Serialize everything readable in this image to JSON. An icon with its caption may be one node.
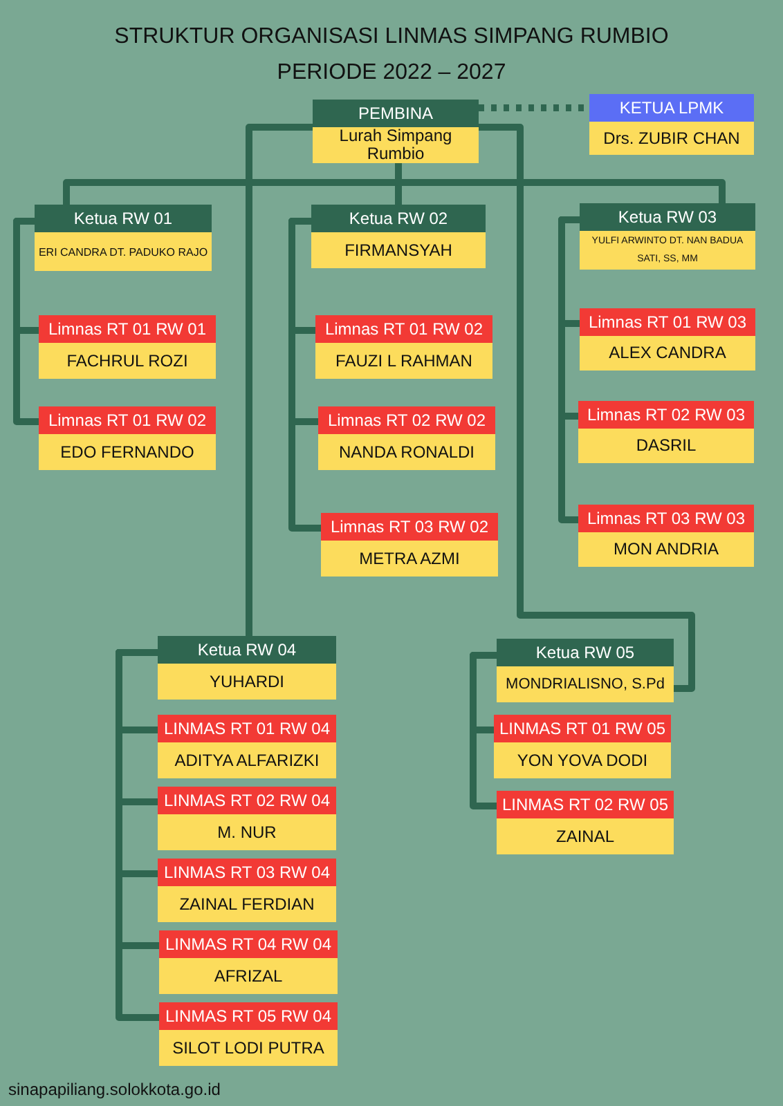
{
  "diagram": {
    "title": "STRUKTUR ORGANISASI LINMAS SIMPANG RUMBIO PERIODE 2022 – 2027",
    "nodes": [
      {
        "text": [
          "PEMBINA",
          "Lurah Simpang Rumbio"
        ]
      },
      {
        "text": [
          "KETUA LPMK",
          "Drs. ZUBIR CHAN"
        ]
      },
      {
        "text": [
          "Ketua RW 01",
          "ERI CANDRA DT. PADUKO RAJO"
        ]
      },
      {
        "text": [
          "Ketua RW 02",
          "FIRMANSYAH"
        ]
      },
      {
        "text": [
          "Ketua RW 03",
          "YULFI ARWINTO DT. NAN BADUA SATI, SS, MM"
        ]
      },
      {
        "text": [
          "Limnas RT 01 RW 01",
          "FACHRUL ROZI"
        ]
      },
      {
        "text": [
          "Limnas RT 01 RW 02",
          "EDO FERNANDO"
        ]
      },
      {
        "text": [
          "Limnas RT 01 RW 02",
          "FAUZI L RAHMAN"
        ]
      },
      {
        "text": [
          "Limnas RT 02 RW 02",
          "NANDA RONALDI"
        ]
      },
      {
        "text": [
          "Limnas RT 03 RW 02",
          "METRA AZMI"
        ]
      },
      {
        "text": [
          "Limnas RT 01 RW 03",
          "ALEX CANDRA"
        ]
      },
      {
        "text": [
          "Limnas RT 02 RW 03",
          "DASRIL"
        ]
      },
      {
        "text": [
          "Limnas RT 03 RW 03",
          "MON ANDRIA"
        ]
      },
      {
        "text": [
          "Ketua RW 04",
          "YUHARDI"
        ]
      },
      {
        "text": [
          "LINMAS RT 01 RW 04",
          "ADITYA ALFARIZKI"
        ]
      },
      {
        "text": [
          "LINMAS RT 02 RW 04",
          "M. NUR"
        ]
      },
      {
        "text": [
          "LINMAS RT 03 RW 04",
          "ZAINAL FERDIAN"
        ]
      },
      {
        "text": [
          "LINMAS RT 04 RW 04",
          "AFRIZAL"
        ]
      },
      {
        "text": [
          "LINMAS RT 05 RW 04",
          "SILOT LODI PUTRA"
        ]
      },
      {
        "text": [
          "Ketua RW 05",
          "MONDRIALISNO, S.Pd"
        ]
      },
      {
        "text": [
          "LINMAS RT 01 RW 05",
          "YON YOVA DODI"
        ]
      },
      {
        "text": [
          "LINMAS RT 02 RW 05",
          "ZAINAL"
        ]
      }
    ],
    "edges": [
      {
        "from": 0,
        "to": 1,
        "arrow": "none",
        "style": "dashed"
      },
      {
        "from": 0,
        "to": 2,
        "arrow": "none"
      },
      {
        "from": 0,
        "to": 3,
        "arrow": "none"
      },
      {
        "from": 0,
        "to": 4,
        "arrow": "none"
      },
      {
        "from": 0,
        "to": 13,
        "arrow": "none"
      },
      {
        "from": 0,
        "to": 19,
        "arrow": "none"
      },
      {
        "from": 2,
        "to": 5,
        "arrow": "none"
      },
      {
        "from": 2,
        "to": 6,
        "arrow": "none"
      },
      {
        "from": 3,
        "to": 7,
        "arrow": "none"
      },
      {
        "from": 3,
        "to": 8,
        "arrow": "none"
      },
      {
        "from": 3,
        "to": 9,
        "arrow": "none"
      },
      {
        "from": 4,
        "to": 10,
        "arrow": "none"
      },
      {
        "from": 4,
        "to": 11,
        "arrow": "none"
      },
      {
        "from": 4,
        "to": 12,
        "arrow": "none"
      },
      {
        "from": 13,
        "to": 14,
        "arrow": "none"
      },
      {
        "from": 13,
        "to": 15,
        "arrow": "none"
      },
      {
        "from": 13,
        "to": 16,
        "arrow": "none"
      },
      {
        "from": 13,
        "to": 17,
        "arrow": "none"
      },
      {
        "from": 13,
        "to": 18,
        "arrow": "none"
      },
      {
        "from": 19,
        "to": 20,
        "arrow": "none"
      },
      {
        "from": 19,
        "to": 21,
        "arrow": "none"
      }
    ],
    "labels": [
      "sinapapiliang.solokkota.go.id"
    ]
  }
}
